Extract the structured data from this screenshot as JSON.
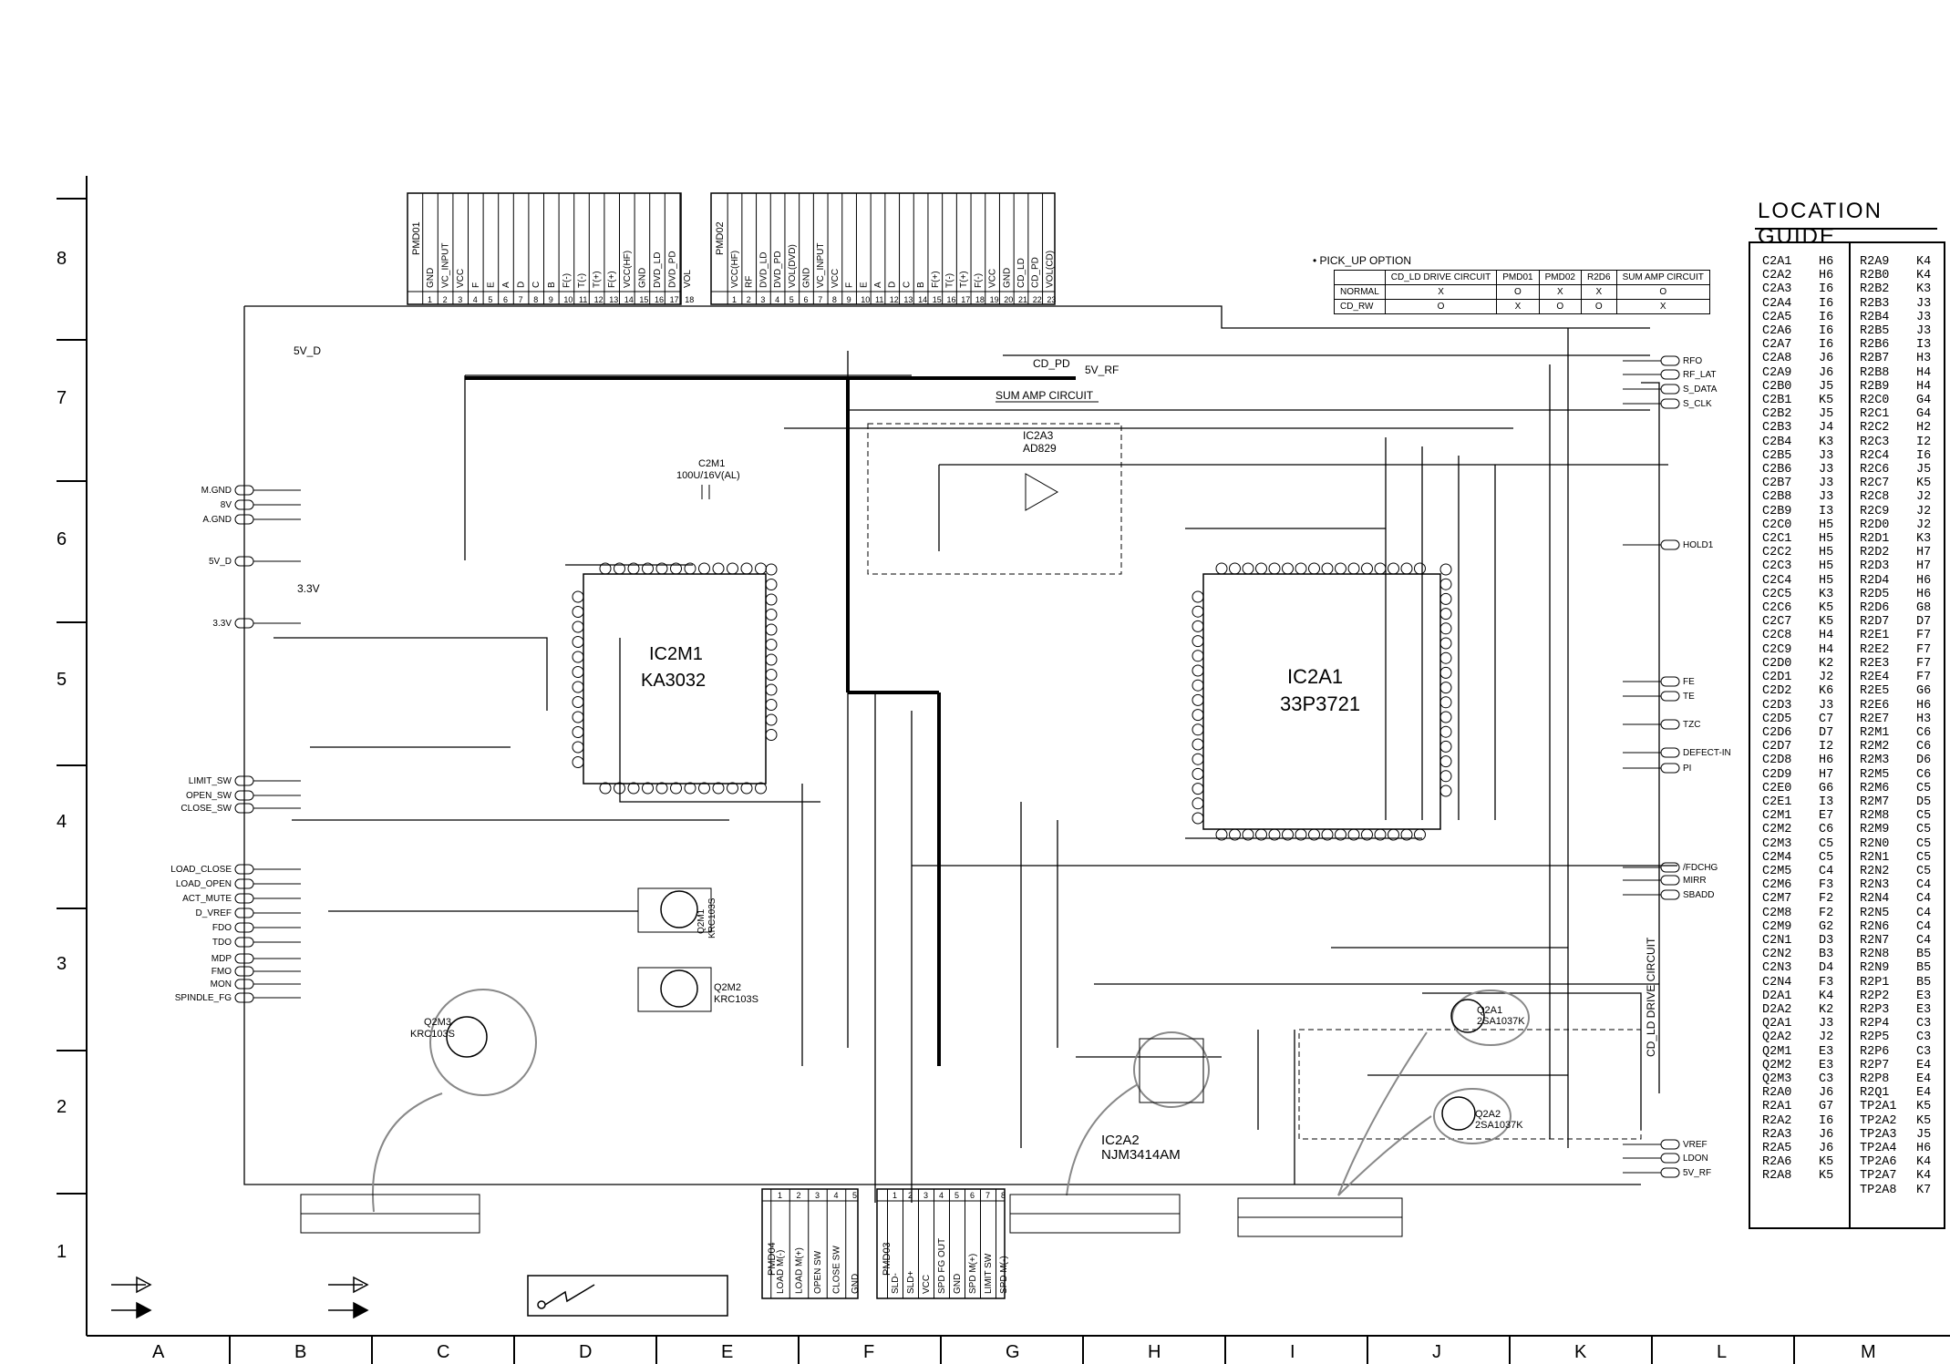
{
  "grid": {
    "rows": [
      "8",
      "7",
      "6",
      "5",
      "4",
      "3",
      "2",
      "1"
    ],
    "cols": [
      "A",
      "B",
      "C",
      "D",
      "E",
      "F",
      "G",
      "H",
      "I",
      "J",
      "K",
      "L",
      "M"
    ]
  },
  "ics": {
    "ic2m1": {
      "ref": "IC2M1",
      "part": "KA3032"
    },
    "ic2a1": {
      "ref": "IC2A1",
      "part": "33P3721"
    },
    "ic2a3": {
      "ref": "IC2A3",
      "part": "AD829"
    },
    "ic2a2": {
      "ref": "IC2A2",
      "part": "NJM3414AM"
    },
    "q2a1": {
      "ref": "Q2A1",
      "part": "2SA1037K"
    },
    "q2a2": {
      "ref": "Q2A2",
      "part": "2SA1037K"
    },
    "q2m1": {
      "ref": "Q2M1",
      "part": "KRC103S"
    },
    "q2m2": {
      "ref": "Q2M2",
      "part": "KRC103S"
    },
    "q2m3": {
      "ref": "Q2M3",
      "part": "KRC103S"
    }
  },
  "labels": {
    "sum_amp": "SUM AMP CIRCUIT",
    "cd_ld_drive": "CD_LD DRIVE CIRCUIT",
    "c2m1": "C2M1",
    "c2m1_val": "100U/16V(AL)",
    "rail_5v_d": "5V_D",
    "rail_3v3": "3.3V",
    "rail_5v_rf": "5V_RF",
    "cd_pd": "CD_PD"
  },
  "connectors": {
    "pmd01": {
      "name": "PMD01",
      "pins": [
        "GND",
        "VC_INPUT",
        "VCC",
        "F",
        "E",
        "A",
        "D",
        "C",
        "B",
        "F(-)",
        "T(-)",
        "T(+)",
        "F(+)",
        "VCC(HF)",
        "GND",
        "DVD_LD",
        "DVD_PD",
        "VOL"
      ]
    },
    "pmd02": {
      "name": "PMD02",
      "pins": [
        "VCC(HF)",
        "RF",
        "DVD_LD",
        "DVD_PD",
        "VOL(DVD)",
        "GND",
        "VC_INPUT",
        "VCC",
        "F",
        "E",
        "A",
        "D",
        "C",
        "B",
        "F(+)",
        "T(-)",
        "T(+)",
        "F(-)",
        "VCC",
        "GND",
        "CD_LD",
        "CD_PD",
        "VOL(CD)"
      ]
    },
    "pmd04": {
      "name": "PMD04",
      "pins": [
        "LOAD M(-)",
        "LOAD M(+)",
        "OPEN SW",
        "CLOSE SW",
        "GND"
      ]
    },
    "pmd03": {
      "name": "PMD03",
      "pins": [
        "SLD-",
        "SLD+",
        "VCC",
        "SPD FG OUT",
        "GND",
        "SPD M(+)",
        "LIMIT SW",
        "SPD M(-)"
      ]
    }
  },
  "left_signals": [
    "M.GND",
    "8V",
    "A.GND",
    "5V_D",
    "3.3V",
    "LIMIT_SW",
    "OPEN_SW",
    "CLOSE_SW",
    "LOAD_CLOSE",
    "LOAD_OPEN",
    "ACT_MUTE",
    "D_VREF",
    "FDO",
    "TDO",
    "MDP",
    "FMO",
    "MON",
    "SPINDLE_FG"
  ],
  "right_signals": [
    "RFO",
    "RF_LAT",
    "S_DATA",
    "S_CLK",
    "HOLD1",
    "FE",
    "TE",
    "TZC",
    "DEFECT-IN",
    "PI",
    "/FDCHG",
    "MIRR",
    "SBADD",
    "VREF",
    "LDON",
    "5V_RF"
  ],
  "pickup_option": {
    "title": "• PICK_UP OPTION",
    "headers": [
      "",
      "CD_LD DRIVE CIRCUIT",
      "PMD01",
      "PMD02",
      "R2D6",
      "SUM AMP CIRCUIT"
    ],
    "rows": [
      [
        "NORMAL",
        "X",
        "O",
        "X",
        "X",
        "O"
      ],
      [
        "CD_RW",
        "O",
        "X",
        "O",
        "O",
        "X"
      ]
    ]
  },
  "location_guide": {
    "title": "LOCATION GUIDE",
    "col1": [
      [
        "C2A1",
        "H6"
      ],
      [
        "C2A2",
        "H6"
      ],
      [
        "C2A3",
        "I6"
      ],
      [
        "C2A4",
        "I6"
      ],
      [
        "C2A5",
        "I6"
      ],
      [
        "C2A6",
        "I6"
      ],
      [
        "C2A7",
        "I6"
      ],
      [
        "C2A8",
        "J6"
      ],
      [
        "C2A9",
        "J6"
      ],
      [
        "C2B0",
        "J5"
      ],
      [
        "C2B1",
        "K5"
      ],
      [
        "C2B2",
        "J5"
      ],
      [
        "C2B3",
        "J4"
      ],
      [
        "C2B4",
        "K3"
      ],
      [
        "C2B5",
        "J3"
      ],
      [
        "C2B6",
        "J3"
      ],
      [
        "C2B7",
        "J3"
      ],
      [
        "C2B8",
        "J3"
      ],
      [
        "C2B9",
        "I3"
      ],
      [
        "C2C0",
        "H5"
      ],
      [
        "C2C1",
        "H5"
      ],
      [
        "C2C2",
        "H5"
      ],
      [
        "C2C3",
        "H5"
      ],
      [
        "C2C4",
        "H5"
      ],
      [
        "C2C5",
        "K3"
      ],
      [
        "C2C6",
        "K5"
      ],
      [
        "C2C7",
        "K5"
      ],
      [
        "C2C8",
        "H4"
      ],
      [
        "C2C9",
        "H4"
      ],
      [
        "C2D0",
        "K2"
      ],
      [
        "C2D1",
        "J2"
      ],
      [
        "C2D2",
        "K6"
      ],
      [
        "C2D3",
        "J3"
      ],
      [
        "C2D5",
        "C7"
      ],
      [
        "C2D6",
        "D7"
      ],
      [
        "C2D7",
        "I2"
      ],
      [
        "C2D8",
        "H6"
      ],
      [
        "C2D9",
        "H7"
      ],
      [
        "C2E0",
        "G6"
      ],
      [
        "C2E1",
        "I3"
      ],
      [
        "C2M1",
        "E7"
      ],
      [
        "C2M2",
        "C6"
      ],
      [
        "C2M3",
        "C5"
      ],
      [
        "C2M4",
        "C5"
      ],
      [
        "C2M5",
        "C4"
      ],
      [
        "C2M6",
        "F3"
      ],
      [
        "C2M7",
        "F2"
      ],
      [
        "C2M8",
        "F2"
      ],
      [
        "C2M9",
        "G2"
      ],
      [
        "C2N1",
        "D3"
      ],
      [
        "C2N2",
        "B3"
      ],
      [
        "C2N3",
        "D4"
      ],
      [
        "C2N4",
        "F3"
      ],
      [
        "D2A1",
        "K4"
      ],
      [
        "D2A2",
        "K2"
      ],
      [
        "Q2A1",
        "J3"
      ],
      [
        "Q2A2",
        "J2"
      ],
      [
        "Q2M1",
        "E3"
      ],
      [
        "Q2M2",
        "E3"
      ],
      [
        "Q2M3",
        "C3"
      ],
      [
        "R2A0",
        "J6"
      ],
      [
        "R2A1",
        "G7"
      ],
      [
        "R2A2",
        "I6"
      ],
      [
        "R2A3",
        "J6"
      ],
      [
        "R2A5",
        "J6"
      ],
      [
        "R2A6",
        "K5"
      ],
      [
        "R2A8",
        "K5"
      ]
    ],
    "col2": [
      [
        "R2A9",
        "K4"
      ],
      [
        "R2B0",
        "K4"
      ],
      [
        "R2B2",
        "K3"
      ],
      [
        "R2B3",
        "J3"
      ],
      [
        "R2B4",
        "J3"
      ],
      [
        "R2B5",
        "J3"
      ],
      [
        "R2B6",
        "I3"
      ],
      [
        "R2B7",
        "H3"
      ],
      [
        "R2B8",
        "H4"
      ],
      [
        "R2B9",
        "H4"
      ],
      [
        "R2C0",
        "G4"
      ],
      [
        "R2C1",
        "G4"
      ],
      [
        "R2C2",
        "H2"
      ],
      [
        "R2C3",
        "I2"
      ],
      [
        "R2C4",
        "I6"
      ],
      [
        "R2C6",
        "J5"
      ],
      [
        "R2C7",
        "K5"
      ],
      [
        "R2C8",
        "J2"
      ],
      [
        "R2C9",
        "J2"
      ],
      [
        "R2D0",
        "J2"
      ],
      [
        "R2D1",
        "K3"
      ],
      [
        "R2D2",
        "H7"
      ],
      [
        "R2D3",
        "H7"
      ],
      [
        "R2D4",
        "H6"
      ],
      [
        "R2D5",
        "H6"
      ],
      [
        "R2D6",
        "G8"
      ],
      [
        "R2D7",
        "D7"
      ],
      [
        "R2E1",
        "F7"
      ],
      [
        "R2E2",
        "F7"
      ],
      [
        "R2E3",
        "F7"
      ],
      [
        "R2E4",
        "F7"
      ],
      [
        "R2E5",
        "G6"
      ],
      [
        "R2E6",
        "H6"
      ],
      [
        "R2E7",
        "H3"
      ],
      [
        "R2M1",
        "C6"
      ],
      [
        "R2M2",
        "C6"
      ],
      [
        "R2M3",
        "D6"
      ],
      [
        "R2M5",
        "C6"
      ],
      [
        "R2M6",
        "C5"
      ],
      [
        "R2M7",
        "D5"
      ],
      [
        "R2M8",
        "C5"
      ],
      [
        "R2M9",
        "C5"
      ],
      [
        "R2N0",
        "C5"
      ],
      [
        "R2N1",
        "C5"
      ],
      [
        "R2N2",
        "C5"
      ],
      [
        "R2N3",
        "C4"
      ],
      [
        "R2N4",
        "C4"
      ],
      [
        "R2N5",
        "C4"
      ],
      [
        "R2N6",
        "C4"
      ],
      [
        "R2N7",
        "C4"
      ],
      [
        "R2N8",
        "B5"
      ],
      [
        "R2N9",
        "B5"
      ],
      [
        "R2P1",
        "B5"
      ],
      [
        "R2P2",
        "E3"
      ],
      [
        "R2P3",
        "E3"
      ],
      [
        "R2P4",
        "C3"
      ],
      [
        "R2P5",
        "C3"
      ],
      [
        "R2P6",
        "C3"
      ],
      [
        "R2P7",
        "E4"
      ],
      [
        "R2P8",
        "E4"
      ],
      [
        "R2Q1",
        "E4"
      ],
      [
        "TP2A1",
        "K5"
      ],
      [
        "TP2A2",
        "K5"
      ],
      [
        "TP2A3",
        "J5"
      ],
      [
        "TP2A4",
        "H6"
      ],
      [
        "TP2A6",
        "K4"
      ],
      [
        "TP2A7",
        "K4"
      ],
      [
        "TP2A8",
        "K7"
      ]
    ]
  }
}
